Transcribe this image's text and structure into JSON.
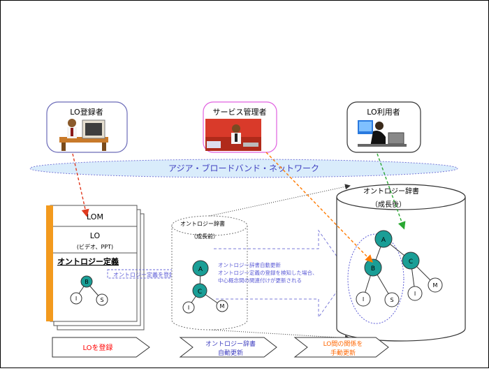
{
  "actors": {
    "registrant": "LO登録者",
    "manager": "サービス管理者",
    "user": "LO利用者"
  },
  "network_label": "アジア・ブロードバンド・ネットワーク",
  "lo_doc": {
    "lom": "LOM",
    "lo": "LO",
    "media": "(ビデオ、PPT)",
    "ontology_def": "オントロジー定義"
  },
  "register_arrow_label": "オントロジー定義を登録",
  "dict_before": {
    "title": "オントロジー辞書",
    "subtitle": "（成長前）"
  },
  "dict_after": {
    "title": "オントロジー辞書",
    "subtitle": "（成長後）"
  },
  "update_note": [
    "オントロジー辞書自動更新",
    "オントロジー定義の登録を検知した場合、",
    "中心概念間の関連付けが更新される"
  ],
  "nodes": {
    "A": "A",
    "B": "B",
    "C": "C",
    "I": "I",
    "S": "S",
    "M": "M"
  },
  "steps": {
    "step1": "LOを登録",
    "step2_line1": "オントロジー辞書",
    "step2_line2": "自動更新",
    "step3_line1": "LO間の関係を",
    "step3_line2": "手動更新"
  },
  "colors": {
    "teal": "#1a9e96",
    "orange": "#ff6600",
    "blue_text": "#5b5bd6",
    "red_text": "#ff0000",
    "net_fill": "#d9ecfb"
  }
}
